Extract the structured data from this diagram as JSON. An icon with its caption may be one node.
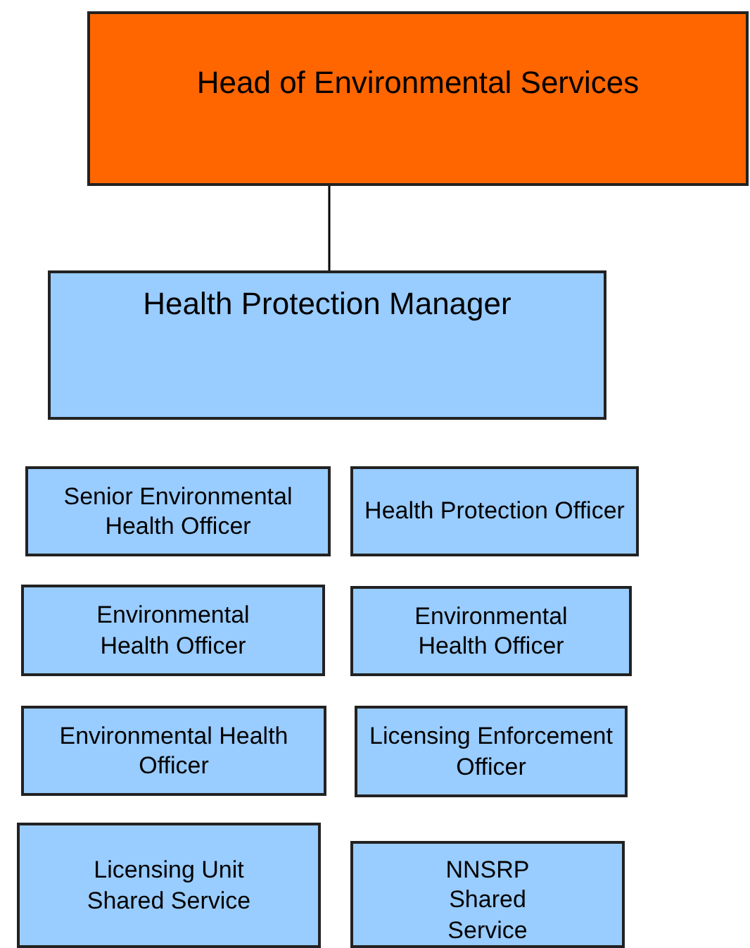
{
  "diagram": {
    "nodes": [
      {
        "text": [
          "Head of Environmental Services"
        ]
      },
      {
        "text": [
          "Health Protection Manager"
        ]
      },
      {
        "text": [
          "Senior Environmental Health Officer"
        ]
      },
      {
        "text": [
          "Health Protection Officer"
        ]
      },
      {
        "text": [
          "Environmental Health Officer"
        ]
      },
      {
        "text": [
          "Environmental Health Officer"
        ]
      },
      {
        "text": [
          "Environmental Health Officer"
        ]
      },
      {
        "text": [
          "Licensing Enforcement Officer"
        ]
      },
      {
        "text": [
          "Licensing Unit Shared Service"
        ]
      },
      {
        "text": [
          "NNSRP Shared Service"
        ]
      }
    ],
    "edges": [
      {
        "from": 0,
        "to": 1,
        "arrow": "none"
      }
    ]
  }
}
